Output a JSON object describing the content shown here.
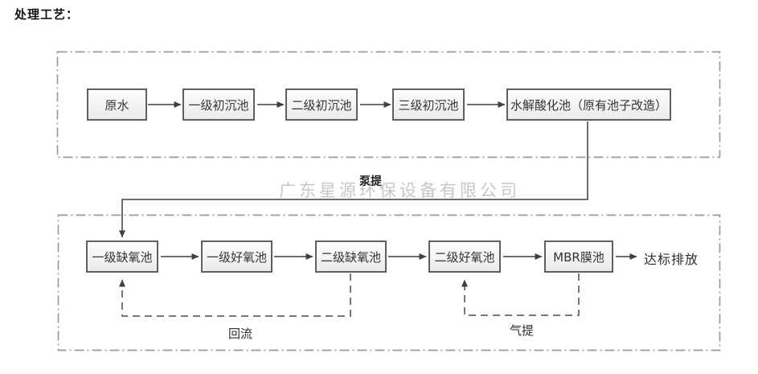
{
  "title": "处理工艺：",
  "watermark": "广东星源环保设备有限公司",
  "stage1": {
    "boxes": [
      {
        "label": "原水"
      },
      {
        "label": "一级初沉池"
      },
      {
        "label": "二级初沉池"
      },
      {
        "label": "三级初沉池"
      },
      {
        "label": "水解酸化池（原有池子改造）"
      }
    ]
  },
  "stage2": {
    "boxes": [
      {
        "label": "一级缺氧池"
      },
      {
        "label": "一级好氧池"
      },
      {
        "label": "二级缺氧池"
      },
      {
        "label": "二级好氧池"
      },
      {
        "label": "MBR膜池"
      }
    ],
    "output_label": "达标排放"
  },
  "flow_labels": {
    "pump": "泵提",
    "reflux": "回流",
    "airlift": "气提"
  },
  "colors": {
    "line": "#3f3f3f",
    "box_border": "#606060",
    "dash_border": "#9a9a9a",
    "text": "#333333",
    "watermark": "#c7c7c7"
  }
}
